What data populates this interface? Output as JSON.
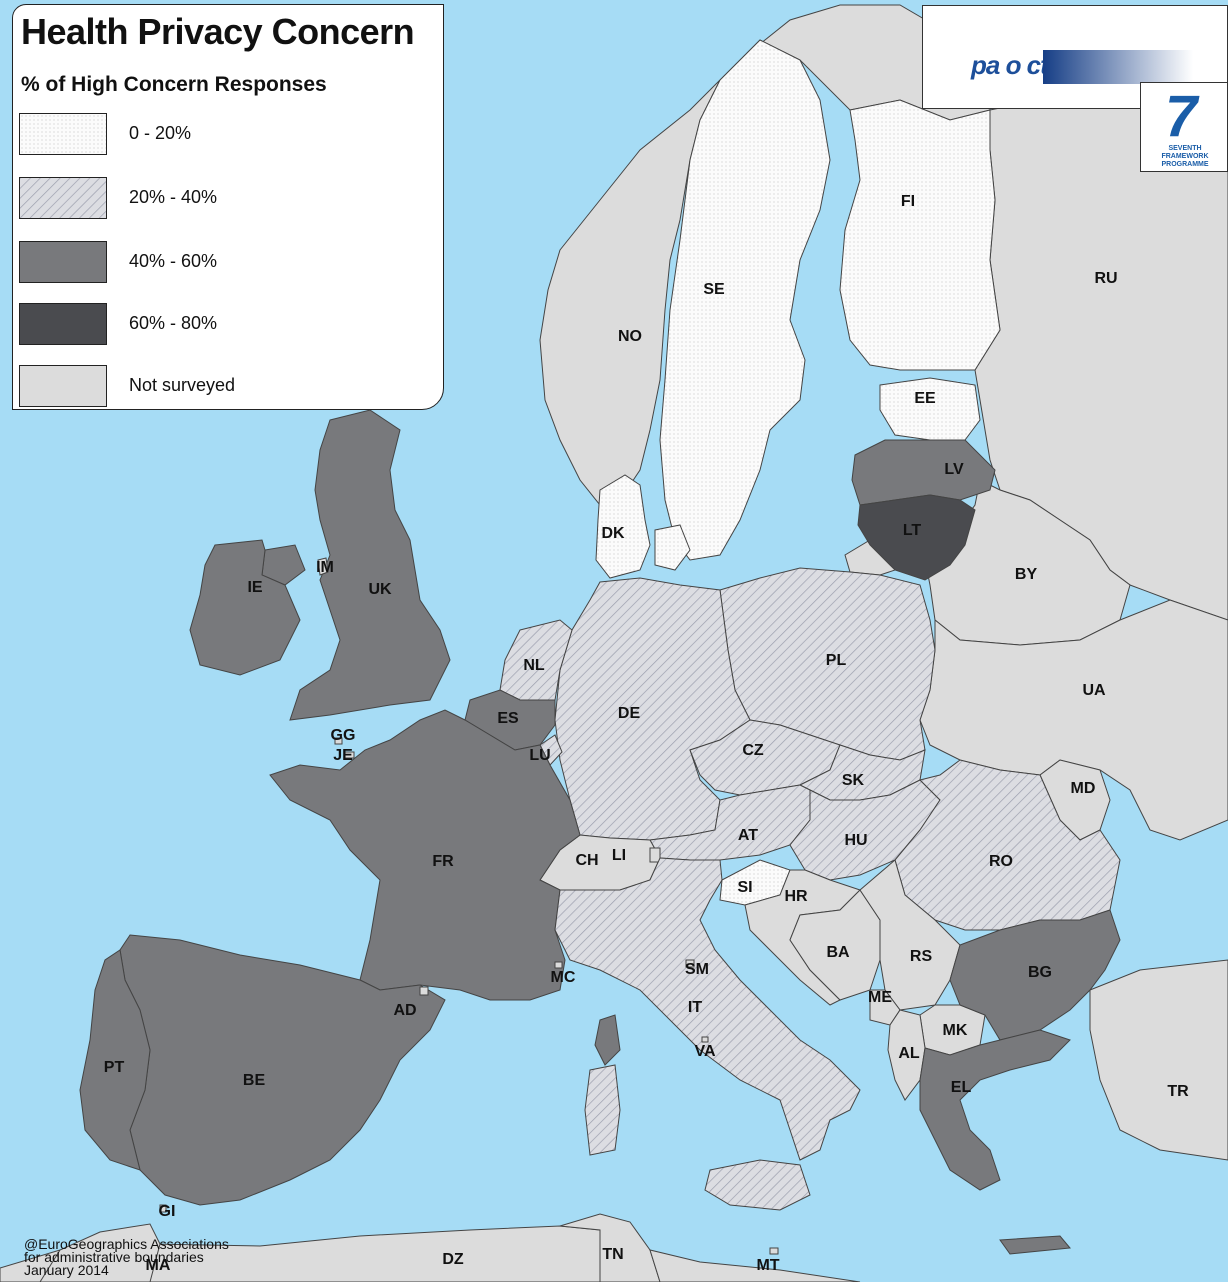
{
  "legend": {
    "title": "Health Privacy Concern",
    "subtitle": "% of High Concern Responses",
    "items": [
      {
        "label": "0 - 20%",
        "pattern": "dotted-white"
      },
      {
        "label": "20% - 40%",
        "pattern": "hatched-light"
      },
      {
        "label": "40% - 60%",
        "pattern": "solid-medium"
      },
      {
        "label": "60% - 80%",
        "pattern": "solid-dark"
      },
      {
        "label": "Not surveyed",
        "pattern": "solid-light-grey"
      }
    ]
  },
  "logos": {
    "project": "pa o ct",
    "fp7_text": "SEVENTH FRAMEWORK PROGRAMME",
    "fp7_number": "7"
  },
  "credit": {
    "line1": "@EuroGeographics Associations",
    "line2": "for administrative boundaries",
    "line3": "January 2014"
  },
  "colors": {
    "sea": "#a6dcf5",
    "dotted_white": "#fbfbfb",
    "hatched_light": "#d4d6dc",
    "solid_medium": "#78797c",
    "solid_dark": "#4a4b4f",
    "not_surveyed": "#dcdcdc",
    "border": "#444444"
  },
  "countries": [
    {
      "code": "SE",
      "class": "0-20"
    },
    {
      "code": "FI",
      "class": "0-20"
    },
    {
      "code": "EE",
      "class": "0-20"
    },
    {
      "code": "DK",
      "class": "0-20"
    },
    {
      "code": "SI",
      "class": "0-20"
    },
    {
      "code": "DE",
      "class": "20-40"
    },
    {
      "code": "PL",
      "class": "20-40"
    },
    {
      "code": "NL",
      "class": "20-40"
    },
    {
      "code": "CZ",
      "class": "20-40"
    },
    {
      "code": "SK",
      "class": "20-40"
    },
    {
      "code": "AT",
      "class": "20-40"
    },
    {
      "code": "HU",
      "class": "20-40"
    },
    {
      "code": "RO",
      "class": "20-40"
    },
    {
      "code": "IT",
      "class": "20-40"
    },
    {
      "code": "LU",
      "class": "20-40"
    },
    {
      "code": "LV",
      "class": "40-60"
    },
    {
      "code": "UK",
      "class": "40-60"
    },
    {
      "code": "IE",
      "class": "40-60"
    },
    {
      "code": "FR",
      "class": "40-60"
    },
    {
      "code": "BE",
      "class": "40-60"
    },
    {
      "code": "ES",
      "class": "40-60"
    },
    {
      "code": "PT",
      "class": "40-60"
    },
    {
      "code": "BG",
      "class": "40-60"
    },
    {
      "code": "EL",
      "class": "40-60"
    },
    {
      "code": "LT",
      "class": "60-80"
    },
    {
      "code": "NO",
      "class": "not-surveyed"
    },
    {
      "code": "RU",
      "class": "not-surveyed"
    },
    {
      "code": "BY",
      "class": "not-surveyed"
    },
    {
      "code": "UA",
      "class": "not-surveyed"
    },
    {
      "code": "MD",
      "class": "not-surveyed"
    },
    {
      "code": "CH",
      "class": "not-surveyed"
    },
    {
      "code": "LI",
      "class": "not-surveyed"
    },
    {
      "code": "HR",
      "class": "not-surveyed"
    },
    {
      "code": "BA",
      "class": "not-surveyed"
    },
    {
      "code": "RS",
      "class": "not-surveyed"
    },
    {
      "code": "ME",
      "class": "not-surveyed"
    },
    {
      "code": "MK",
      "class": "not-surveyed"
    },
    {
      "code": "AL",
      "class": "not-surveyed"
    },
    {
      "code": "TR",
      "class": "not-surveyed"
    },
    {
      "code": "IM",
      "class": "not-surveyed"
    },
    {
      "code": "GG",
      "class": "not-surveyed"
    },
    {
      "code": "JE",
      "class": "not-surveyed"
    },
    {
      "code": "AD",
      "class": "not-surveyed"
    },
    {
      "code": "MC",
      "class": "not-surveyed"
    },
    {
      "code": "SM",
      "class": "not-surveyed"
    },
    {
      "code": "VA",
      "class": "not-surveyed"
    },
    {
      "code": "GI",
      "class": "not-surveyed"
    },
    {
      "code": "MA",
      "class": "not-surveyed"
    },
    {
      "code": "DZ",
      "class": "not-surveyed"
    },
    {
      "code": "TN",
      "class": "not-surveyed"
    },
    {
      "code": "MT",
      "class": "not-surveyed"
    }
  ]
}
